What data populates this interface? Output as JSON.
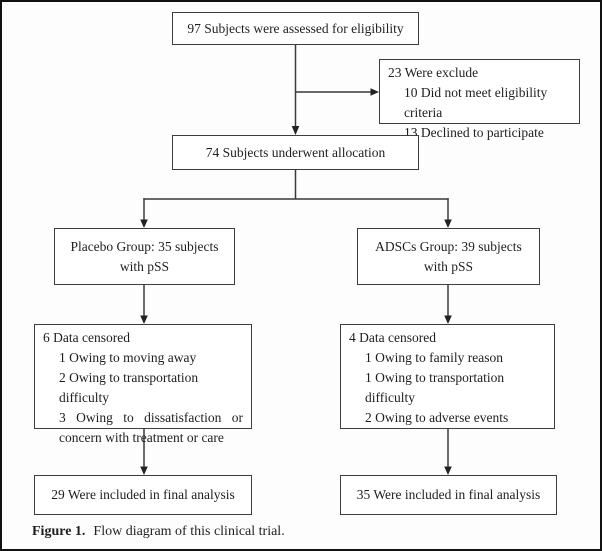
{
  "caption": {
    "label": "Figure 1.",
    "text": "Flow diagram of this clinical trial."
  },
  "flow": {
    "eligibility": {
      "text": "97 Subjects were assessed for eligibility"
    },
    "excluded": {
      "title": "23 Were exclude",
      "items": [
        "10 Did not meet eligibility criteria",
        "13 Declined to participate"
      ]
    },
    "allocation": {
      "text": "74 Subjects underwent allocation"
    },
    "placebo_group": {
      "line1": "Placebo Group: 35 subjects",
      "line2": "with pSS"
    },
    "adscs_group": {
      "line1": "ADSCs Group: 39 subjects",
      "line2": "with pSS"
    },
    "placebo_censored": {
      "title": "6 Data censored",
      "items": [
        "1 Owing to moving away",
        "2 Owing to transportation difficulty",
        "3 Owing to dissatisfaction or concern with treatment or care"
      ]
    },
    "adscs_censored": {
      "title": "4 Data censored",
      "items": [
        "1 Owing to family reason",
        "1 Owing to transportation difficulty",
        "2 Owing to adverse events"
      ]
    },
    "placebo_final": {
      "text": "29 Were included in final analysis"
    },
    "adscs_final": {
      "text": "35 Were included in final analysis"
    }
  },
  "colors": {
    "box_border": "#3d3d3d",
    "arrow": "#222222",
    "text": "#1e1e1e",
    "frame": "#111111",
    "background": "#ffffff"
  }
}
